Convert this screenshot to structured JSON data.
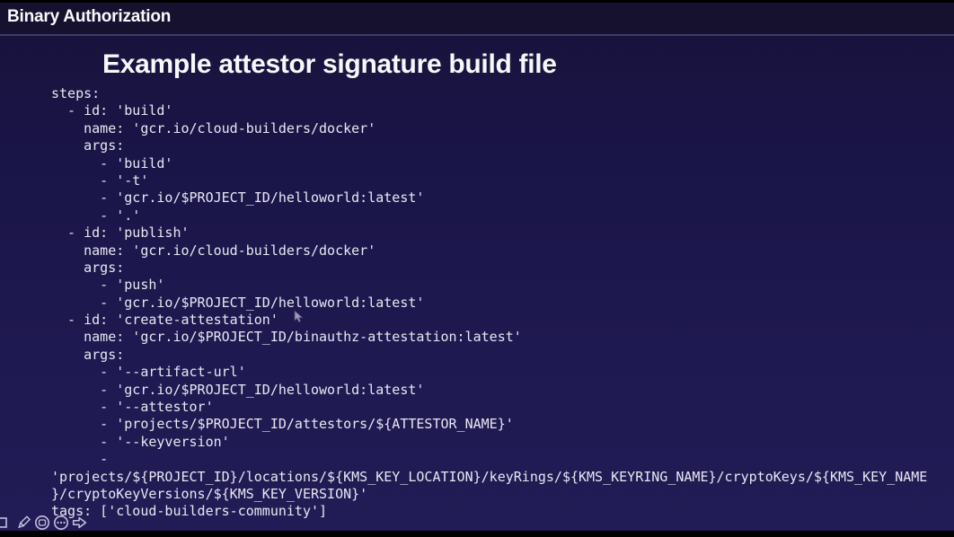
{
  "header": {
    "title": "Binary Authorization"
  },
  "slide": {
    "title": "Example attestor signature build file"
  },
  "code": {
    "language": "yaml",
    "lines": [
      "steps:",
      "  - id: 'build'",
      "    name: 'gcr.io/cloud-builders/docker'",
      "    args:",
      "      - 'build'",
      "      - '-t'",
      "      - 'gcr.io/$PROJECT_ID/helloworld:latest'",
      "      - '.'",
      "  - id: 'publish'",
      "    name: 'gcr.io/cloud-builders/docker'",
      "    args:",
      "      - 'push'",
      "      - 'gcr.io/$PROJECT_ID/helloworld:latest'",
      "  - id: 'create-attestation'",
      "    name: 'gcr.io/$PROJECT_ID/binauthz-attestation:latest'",
      "    args:",
      "      - '--artifact-url'",
      "      - 'gcr.io/$PROJECT_ID/helloworld:latest'",
      "      - '--attestor'",
      "      - 'projects/$PROJECT_ID/attestors/${ATTESTOR_NAME}'",
      "      - '--keyversion'",
      "      -",
      "'projects/${PROJECT_ID}/locations/${KMS_KEY_LOCATION}/keyRings/${KMS_KEYRING_NAME}/cryptoKeys/${KMS_KEY_NAME",
      "}/cryptoKeyVersions/${KMS_KEY_VERSION}'",
      "tags: ['cloud-builders-community']"
    ]
  },
  "toolbar": {
    "icons": [
      "shape-square-icon",
      "pencil-icon",
      "slide-circle-icon",
      "more-options-icon",
      "next-arrow-icon"
    ]
  },
  "colors": {
    "header_bg": "#171130",
    "main_bg": "#1b1650",
    "divider": "#403c6e",
    "title_text": "#f7f7fa",
    "code_text": "#e9e7f2",
    "icon": "#c5bfe2",
    "edge_bars": "#000000"
  }
}
